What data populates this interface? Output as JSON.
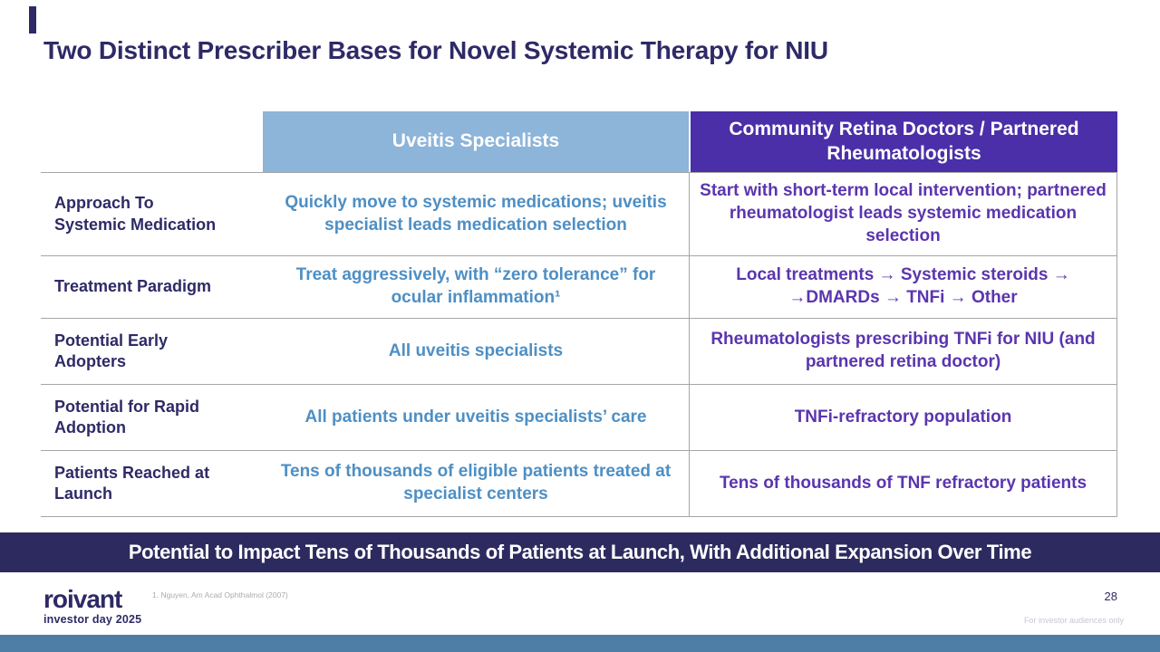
{
  "slide": {
    "title": "Two Distinct Prescriber Bases for Novel Systemic Therapy for NIU",
    "banner": "Potential to Impact Tens of Thousands of Patients at Launch, With Additional Expansion Over Time",
    "footnote": "1. Nguyen, Am Acad Ophthalmol (2007)",
    "page_number": "28",
    "audience_note": "For investor audiences only",
    "logo": {
      "brand": "roivant",
      "subtitle": "investor day 2025"
    }
  },
  "table": {
    "columns": [
      {
        "label": "Uveitis Specialists",
        "header_bg": "#8DB4D9",
        "text_color": "#4E8FC4"
      },
      {
        "label": "Community Retina Doctors / Partnered Rheumatologists",
        "header_bg": "#4B2FA8",
        "text_color": "#5B35AE"
      }
    ],
    "rows": [
      {
        "label": "Approach To Systemic Medication",
        "uveitis": "Quickly move to systemic medications; uveitis specialist leads medication selection",
        "community": "Start with short-term local intervention; partnered rheumatologist leads systemic medication selection"
      },
      {
        "label": "Treatment Paradigm",
        "uveitis": "Treat aggressively, with “zero tolerance” for ocular inflammation¹",
        "community": "Local treatments → Systemic steroids → →DMARDs → TNFi → Other"
      },
      {
        "label": "Potential Early Adopters",
        "uveitis": "All uveitis specialists",
        "community": "Rheumatologists prescribing TNFi for NIU (and partnered retina doctor)"
      },
      {
        "label": "Potential for Rapid Adoption",
        "uveitis": "All patients under uveitis specialists’ care",
        "community": "TNFi-refractory population"
      },
      {
        "label": "Patients Reached at Launch",
        "uveitis": "Tens of thousands of eligible patients treated at specialist centers",
        "community": "Tens of thousands of TNF refractory patients"
      }
    ]
  },
  "colors": {
    "navy": "#2E2A66",
    "banner_bg": "#2D2A5F",
    "header_blue": "#8DB4D9",
    "header_purple": "#4B2FA8",
    "cell_blue_text": "#4E8FC4",
    "cell_purple_text": "#5B35AE",
    "bottom_bar": "#4E7EA6",
    "grid_line": "#A6A6A6"
  }
}
